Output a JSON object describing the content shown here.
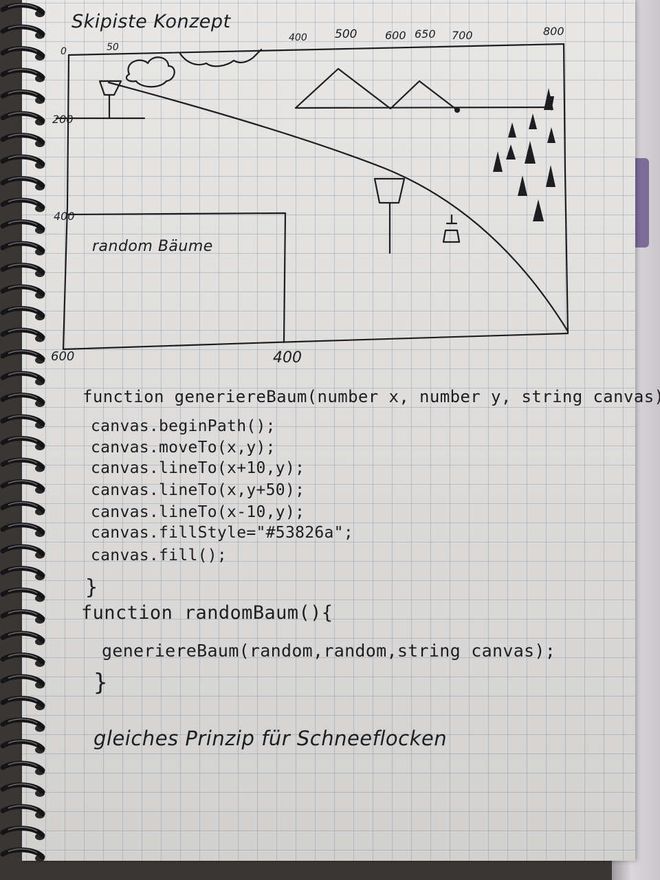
{
  "title": "Skipiste Konzept",
  "axis": {
    "x_ticks": [
      "50",
      "400",
      "500",
      "600",
      "650",
      "700",
      "800"
    ],
    "y_ticks": [
      "0",
      "200",
      "400",
      "600"
    ],
    "bottom_tick": "400"
  },
  "sketch_label": "random Bäume",
  "code": {
    "line1": "function generiereBaum(number x, number y, string canvas){",
    "line2": "canvas.beginPath();",
    "line3": "canvas.moveTo(x,y);",
    "line4": "canvas.lineTo(x+10,y);",
    "line5": "canvas.lineTo(x,y+50);",
    "line6": "canvas.lineTo(x-10,y);",
    "line7": "canvas.fillStyle=\"#53826a\";",
    "line8": "canvas.fill();",
    "line9": "}",
    "line10": "function randomBaum(){",
    "line11": "generiereBaum(random,random,string canvas);",
    "line12": "}",
    "line13": "gleiches Prinzip für Schneeflocken"
  },
  "colors": {
    "paper": "#e4e3e1",
    "grid": "#8f99ab",
    "ink": "#1d1d22"
  }
}
